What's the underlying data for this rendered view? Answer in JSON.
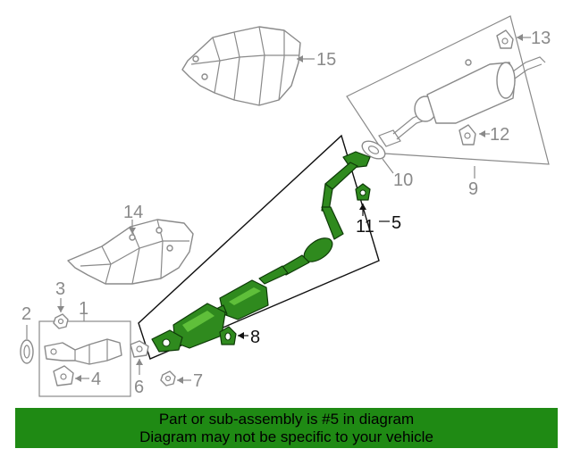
{
  "callouts": {
    "c1": "1",
    "c2": "2",
    "c3": "3",
    "c4": "4",
    "c5": "5",
    "c6": "6",
    "c7": "7",
    "c8": "8",
    "c9": "9",
    "c10": "10",
    "c11": "11",
    "c12": "12",
    "c13": "13",
    "c14": "14",
    "c15": "15"
  },
  "highlight_color": "#2f8a1e",
  "banner": {
    "line1": "Part or sub-assembly is #5 in diagram",
    "line2": "Diagram may not be specific to your vehicle"
  }
}
